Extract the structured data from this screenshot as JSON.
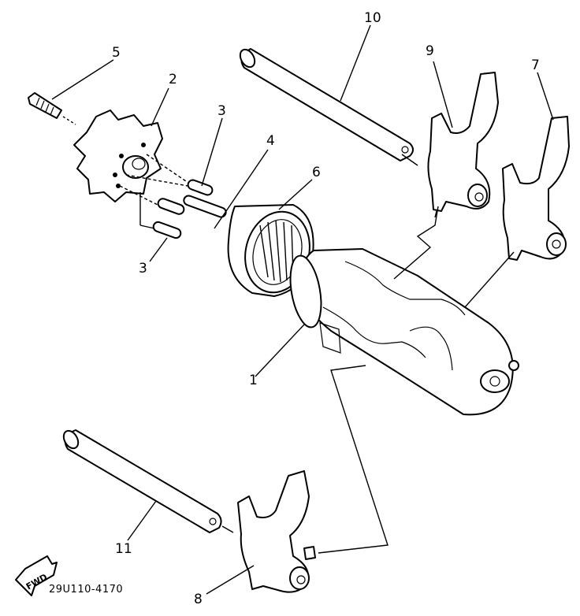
{
  "callouts": [
    {
      "id": "1",
      "label": "1"
    },
    {
      "id": "2",
      "label": "2"
    },
    {
      "id": "3a",
      "label": "3"
    },
    {
      "id": "3b",
      "label": "3"
    },
    {
      "id": "4",
      "label": "4"
    },
    {
      "id": "5",
      "label": "5"
    },
    {
      "id": "6",
      "label": "6"
    },
    {
      "id": "7",
      "label": "7"
    },
    {
      "id": "8",
      "label": "8"
    },
    {
      "id": "9",
      "label": "9"
    },
    {
      "id": "10",
      "label": "10"
    },
    {
      "id": "11",
      "label": "11"
    }
  ],
  "part_code": "29U110-4170",
  "direction_badge": "FWD",
  "colors": {
    "line": "#000000",
    "background": "#ffffff"
  }
}
